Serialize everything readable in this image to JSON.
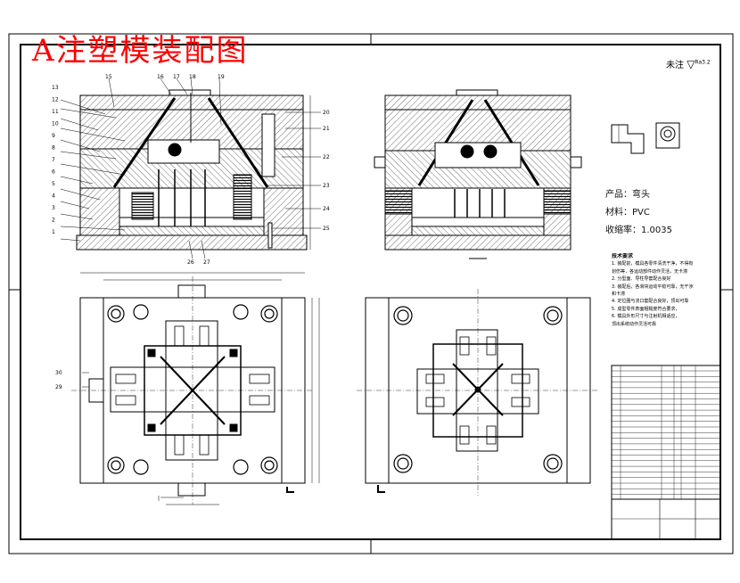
{
  "title": "A注塑模装配图",
  "roughness": {
    "label": "未注",
    "value": "Ra3.2"
  },
  "product": {
    "name_label": "产品：弯头",
    "material_label": "材料：PVC",
    "shrink_label": "收缩率：1.0035"
  },
  "notes": {
    "heading": "技术要求",
    "lines": [
      "1. 装配前，模具各零件清洗干净，不得有毛刺",
      "   划伤等，各运动部件动作灵活，无卡滞",
      "2. 分型面、导柱导套配合良好",
      "3. 装配后，各滑块运动平稳可靠，无干涉现象",
      "   和卡滞",
      "4. 定位圈与浇口套配合良好，顶出可靠",
      "5. 成型零件表面粗糙度符合要求，",
      "6. 模具外形尺寸与注射机相适应，",
      "   顶出系统动作灵活可靠"
    ]
  },
  "part_numbers": {
    "left": [
      "13",
      "12",
      "11",
      "10",
      "9",
      "8",
      "7",
      "6",
      "5",
      "4",
      "3",
      "2",
      "1"
    ],
    "top": [
      "15",
      "16",
      "17",
      "18",
      "19"
    ],
    "right": [
      "20",
      "21",
      "22",
      "23",
      "24",
      "25"
    ],
    "bottom": [
      "26",
      "27"
    ],
    "plan": [
      "30",
      "29"
    ]
  }
}
